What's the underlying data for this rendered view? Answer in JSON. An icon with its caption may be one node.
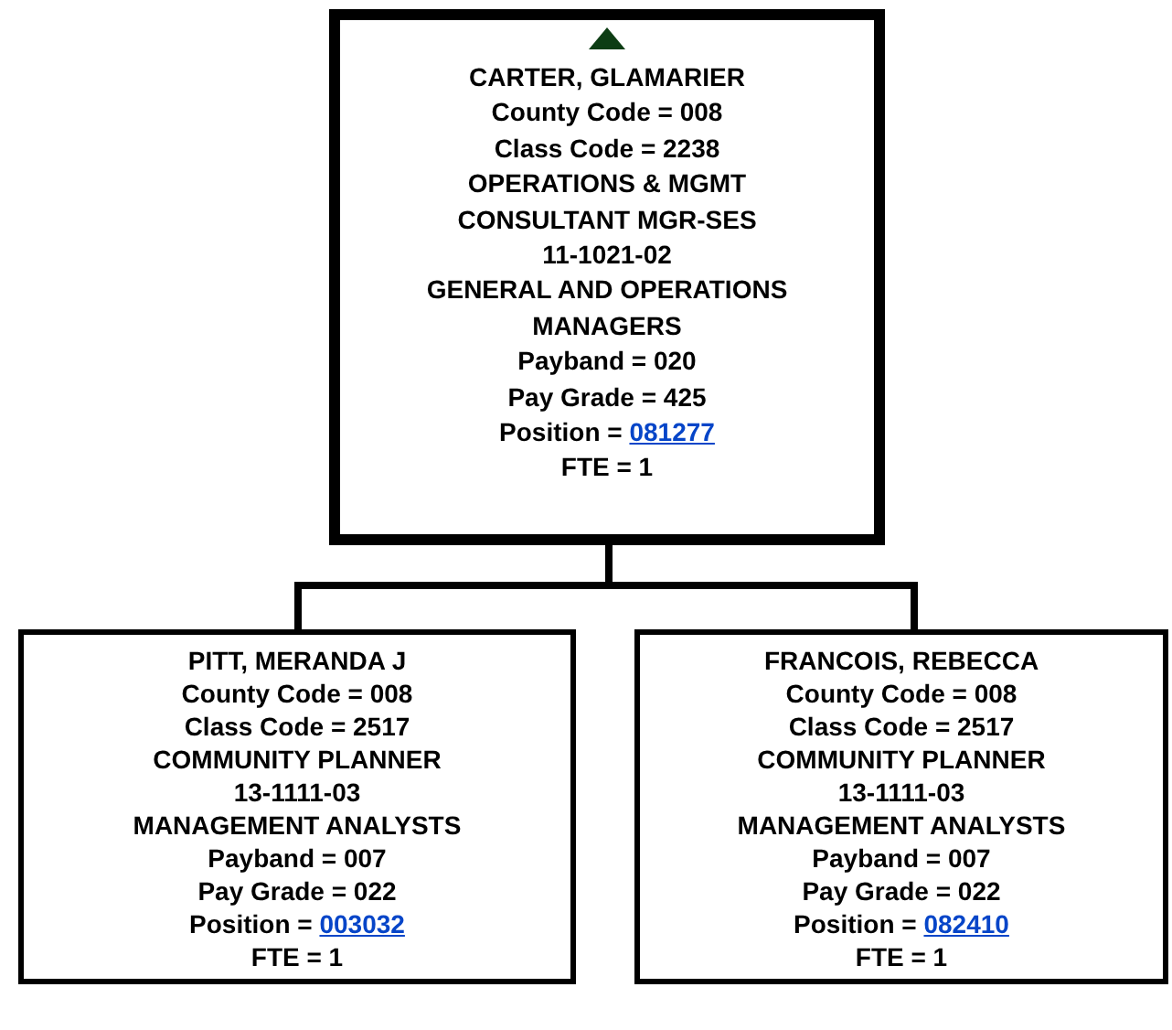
{
  "diagram": {
    "nodes": [
      {
        "text": [
          "CARTER, GLAMARIER",
          "County Code = 008",
          "Class Code = 2238",
          "OPERATIONS & MGMT",
          "CONSULTANT MGR-SES",
          "11-1021-02",
          "GENERAL AND OPERATIONS MANAGERS",
          "Payband = 020",
          "Pay Grade = 425",
          "Position = 081277",
          "FTE = 1"
        ]
      },
      {
        "text": [
          "PITT, MERANDA J",
          "County Code = 008",
          "Class Code = 2517",
          "COMMUNITY PLANNER",
          "13-1111-03",
          "MANAGEMENT ANALYSTS",
          "Payband = 007",
          "Pay Grade = 022",
          "Position = 003032",
          "FTE = 1"
        ]
      },
      {
        "text": [
          "FRANCOIS, REBECCA",
          "County Code = 008",
          "Class Code = 2517",
          "COMMUNITY PLANNER",
          "13-1111-03",
          "MANAGEMENT ANALYSTS",
          "Payband = 007",
          "Pay Grade = 022",
          "Position = 082410",
          "FTE = 1"
        ]
      }
    ],
    "edges": [
      {
        "from": 0,
        "to": 1,
        "arrow": "none"
      },
      {
        "from": 0,
        "to": 2,
        "arrow": "none"
      }
    ]
  }
}
